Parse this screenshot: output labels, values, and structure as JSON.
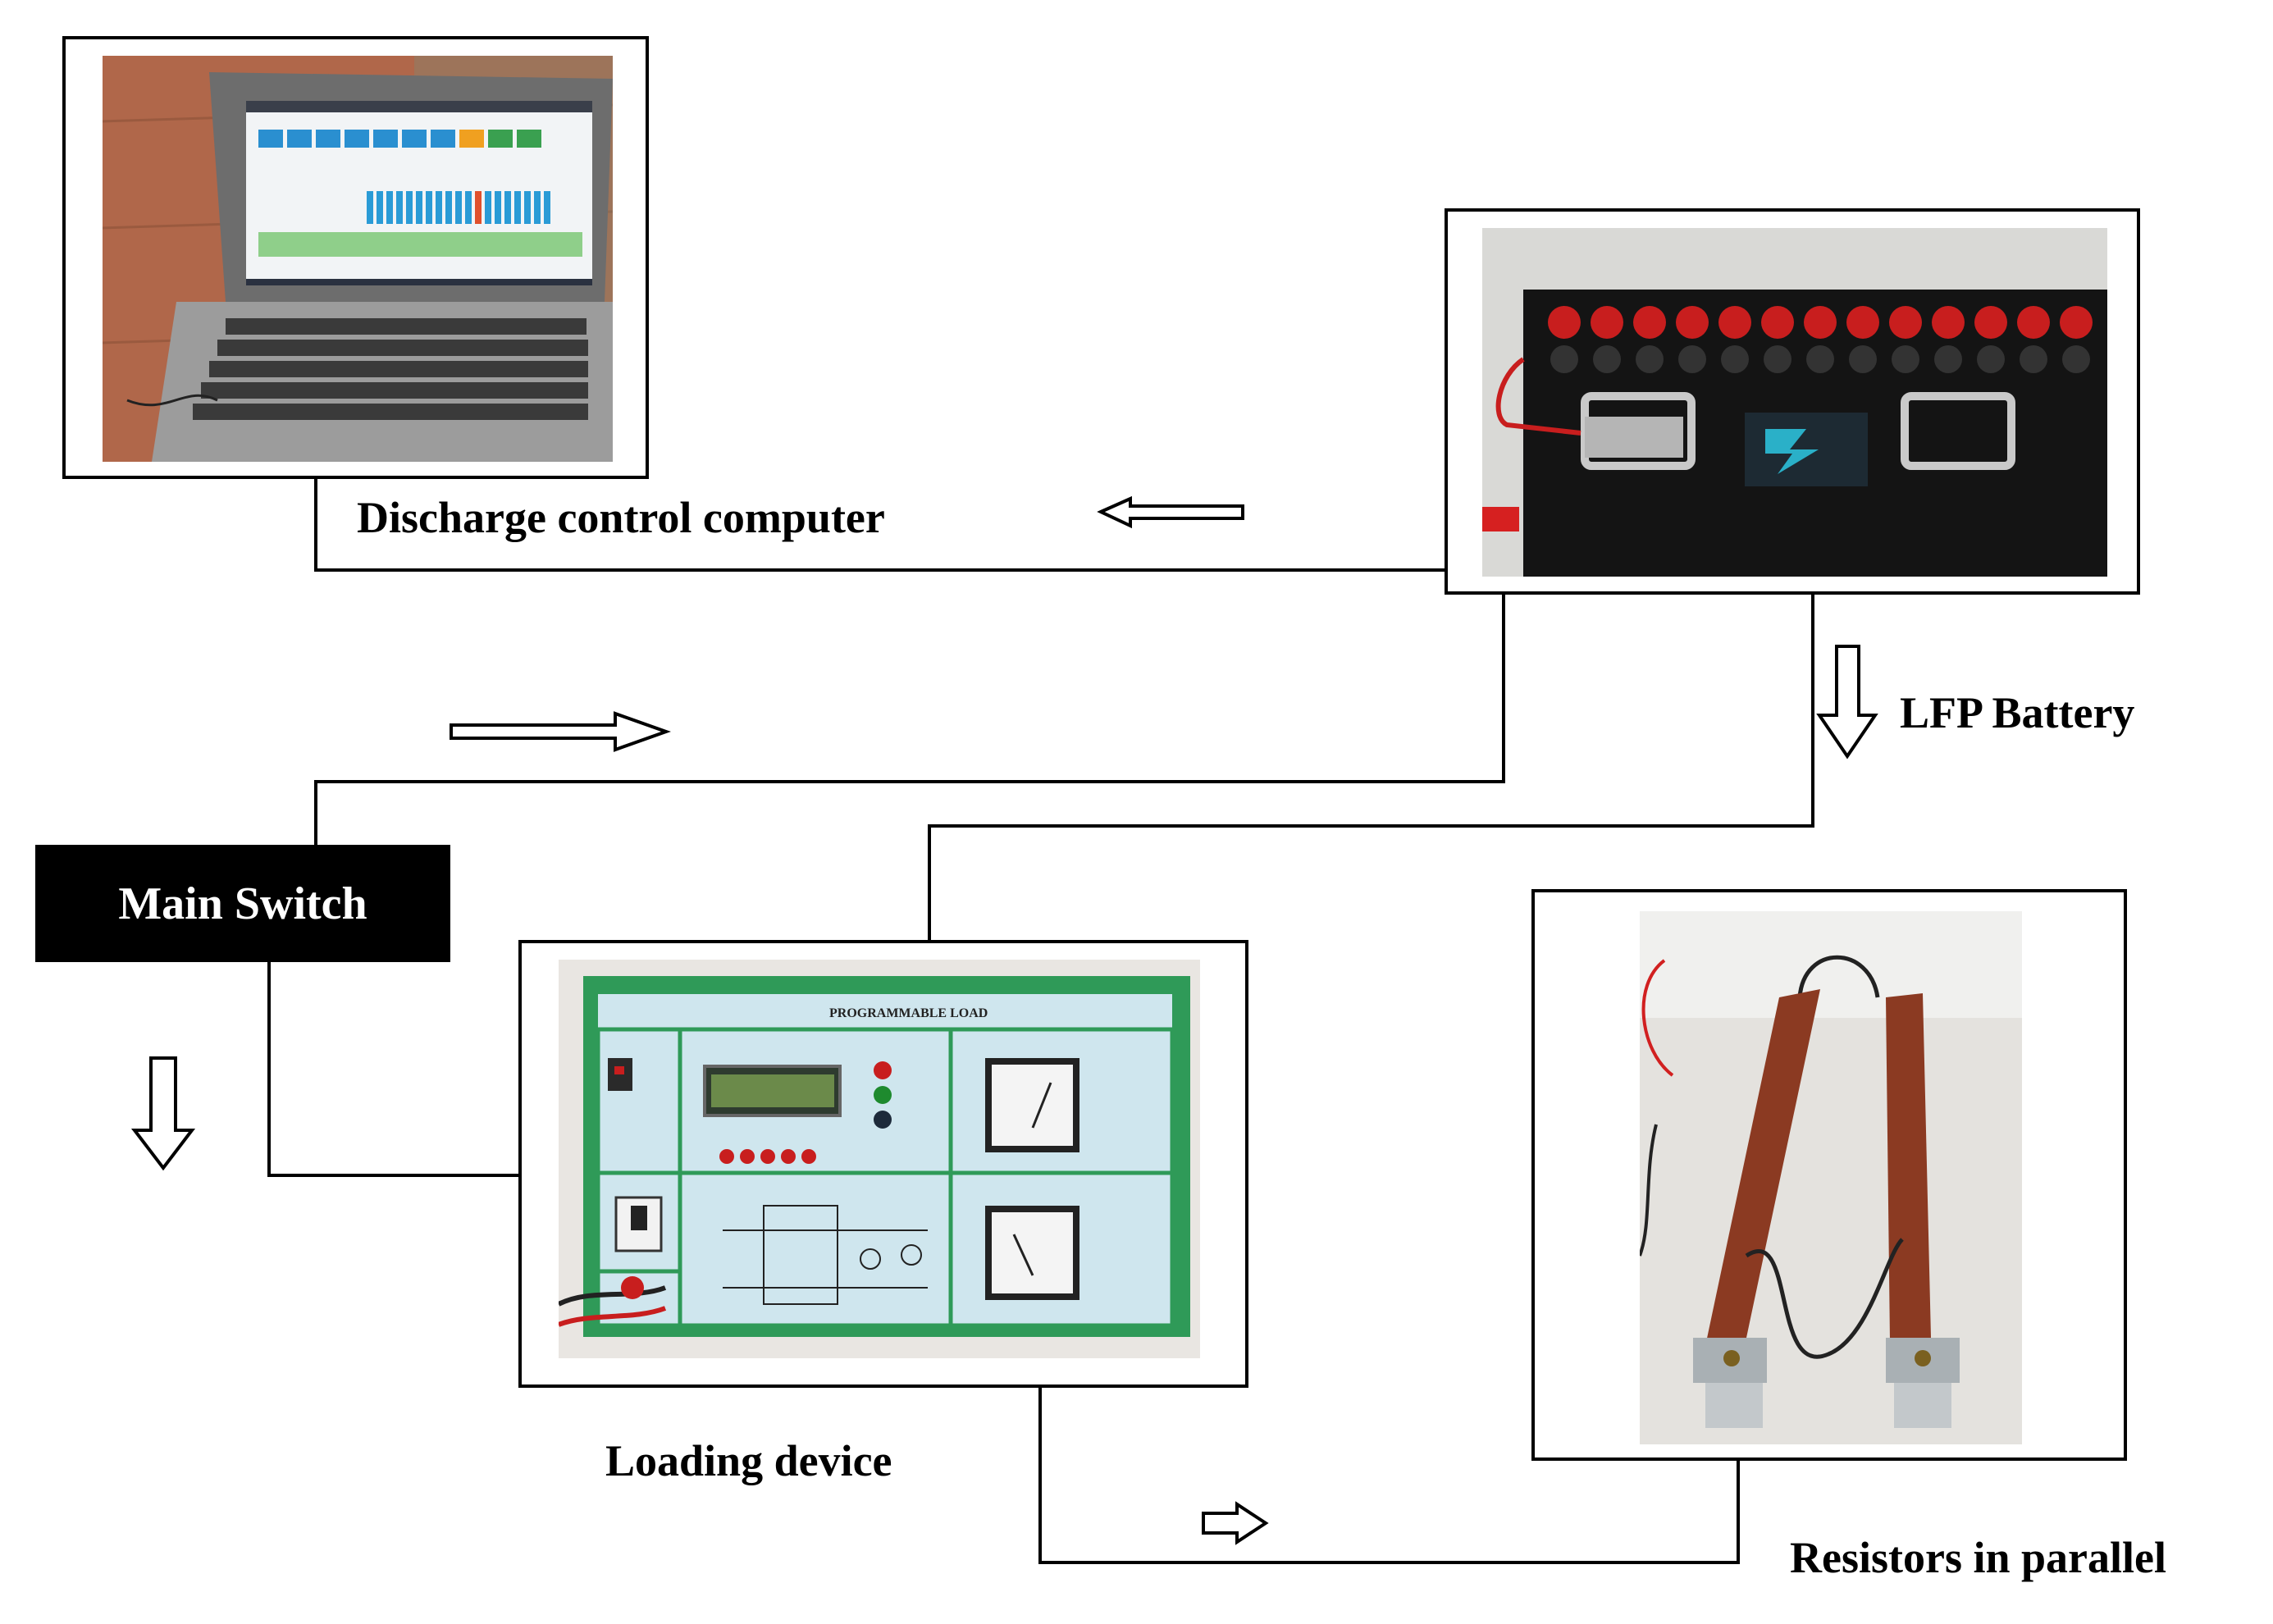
{
  "components": {
    "computer": {
      "label": "Discharge control computer"
    },
    "battery": {
      "label": "LFP Battery"
    },
    "main_switch": {
      "label": "Main Switch"
    },
    "loading_device": {
      "label": "Loading device",
      "panel_title": "PROGRAMMABLE LOAD"
    },
    "resistors": {
      "label": "Resistors in parallel"
    }
  },
  "flow_arrows": [
    {
      "id": "battery-to-computer",
      "direction": "left"
    },
    {
      "id": "switch-to-battery",
      "direction": "right"
    },
    {
      "id": "battery-down",
      "direction": "down"
    },
    {
      "id": "switch-down",
      "direction": "down"
    },
    {
      "id": "load-to-resistors",
      "direction": "right"
    }
  ],
  "colors": {
    "line": "#000000",
    "panel_green": "#2f9a58",
    "panel_face": "#cfe6ee",
    "battery_body": "#141414",
    "resistor_brown": "#8b3a22"
  }
}
